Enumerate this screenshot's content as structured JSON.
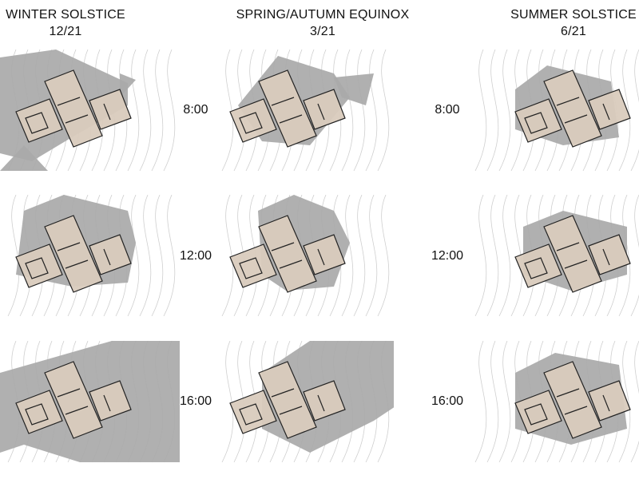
{
  "columns": [
    {
      "title": "WINTER SOLSTICE",
      "date": "12/21"
    },
    {
      "title": "SPRING/AUTUMN EQUINOX",
      "date": "3/21"
    },
    {
      "title": "SUMMER SOLSTICE",
      "date": "6/21"
    }
  ],
  "times": [
    "8:00",
    "12:00",
    "16:00"
  ],
  "colors": {
    "shadow": "#a9a9a9",
    "building_fill": "#d9cbbd",
    "wall_stroke": "#222222",
    "contour": "#cfcfcf",
    "background": "#ffffff"
  }
}
